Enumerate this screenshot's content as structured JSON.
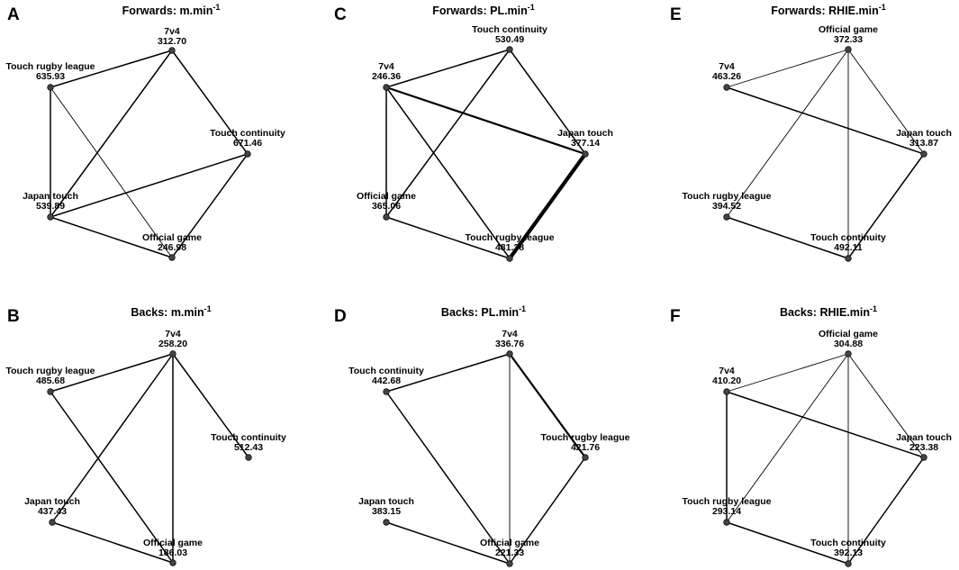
{
  "panels": [
    {
      "letter": "A",
      "title": "Forwards: m.min",
      "title_sup": "-1",
      "nodes": [
        {
          "name": "7v4",
          "value": "312.70"
        },
        {
          "name": "Touch rugby league",
          "value": "635.93"
        },
        {
          "name": "Touch continuity",
          "value": "671.46"
        },
        {
          "name": "Japan touch",
          "value": "539.89"
        },
        {
          "name": "Official game",
          "value": "246.98"
        }
      ],
      "edges": [
        {
          "from": 0,
          "to": 1,
          "weight": "normal"
        },
        {
          "from": 0,
          "to": 2,
          "weight": "normal"
        },
        {
          "from": 0,
          "to": 3,
          "weight": "normal"
        },
        {
          "from": 1,
          "to": 3,
          "weight": "normal"
        },
        {
          "from": 1,
          "to": 4,
          "weight": "thin"
        },
        {
          "from": 2,
          "to": 3,
          "weight": "normal"
        },
        {
          "from": 2,
          "to": 4,
          "weight": "normal"
        },
        {
          "from": 3,
          "to": 4,
          "weight": "normal"
        }
      ]
    },
    {
      "letter": "B",
      "title": "Backs: m.min",
      "title_sup": "-1",
      "nodes": [
        {
          "name": "7v4",
          "value": "258.20"
        },
        {
          "name": "Touch rugby league",
          "value": "485.68"
        },
        {
          "name": "Touch continuity",
          "value": "512.43"
        },
        {
          "name": "Japan touch",
          "value": "437.43"
        },
        {
          "name": "Official game",
          "value": "186.03"
        }
      ],
      "edges": [
        {
          "from": 0,
          "to": 1,
          "weight": "normal"
        },
        {
          "from": 0,
          "to": 2,
          "weight": "normal"
        },
        {
          "from": 0,
          "to": 3,
          "weight": "normal"
        },
        {
          "from": 0,
          "to": 4,
          "weight": "normal"
        },
        {
          "from": 1,
          "to": 4,
          "weight": "normal"
        },
        {
          "from": 3,
          "to": 4,
          "weight": "normal"
        }
      ]
    },
    {
      "letter": "C",
      "title": "Forwards: PL.min",
      "title_sup": "-1",
      "nodes": [
        {
          "name": "Touch continuity",
          "value": "530.49"
        },
        {
          "name": "7v4",
          "value": "246.36"
        },
        {
          "name": "Japan touch",
          "value": "377.14"
        },
        {
          "name": "Official game",
          "value": "365.06"
        },
        {
          "name": "Touch rugby league",
          "value": "481.38"
        }
      ],
      "edges": [
        {
          "from": 0,
          "to": 1,
          "weight": "normal"
        },
        {
          "from": 0,
          "to": 2,
          "weight": "normal"
        },
        {
          "from": 0,
          "to": 3,
          "weight": "normal"
        },
        {
          "from": 1,
          "to": 2,
          "weight": "bold"
        },
        {
          "from": 1,
          "to": 3,
          "weight": "normal"
        },
        {
          "from": 1,
          "to": 4,
          "weight": "normal"
        },
        {
          "from": 2,
          "to": 4,
          "weight": "heavy"
        },
        {
          "from": 3,
          "to": 4,
          "weight": "normal"
        }
      ]
    },
    {
      "letter": "D",
      "title": "Backs: PL.min",
      "title_sup": "-1",
      "nodes": [
        {
          "name": "7v4",
          "value": "336.76"
        },
        {
          "name": "Touch continuity",
          "value": "442.68"
        },
        {
          "name": "Touch rugby league",
          "value": "421.76"
        },
        {
          "name": "Japan touch",
          "value": "383.15"
        },
        {
          "name": "Official game",
          "value": "221.33"
        }
      ],
      "edges": [
        {
          "from": 0,
          "to": 1,
          "weight": "normal"
        },
        {
          "from": 0,
          "to": 2,
          "weight": "bold"
        },
        {
          "from": 0,
          "to": 4,
          "weight": "thin"
        },
        {
          "from": 1,
          "to": 4,
          "weight": "normal"
        },
        {
          "from": 2,
          "to": 4,
          "weight": "normal"
        },
        {
          "from": 3,
          "to": 4,
          "weight": "normal"
        }
      ]
    },
    {
      "letter": "E",
      "title": "Forwards: RHIE.min",
      "title_sup": "-1",
      "nodes": [
        {
          "name": "Official game",
          "value": "372.33"
        },
        {
          "name": "7v4",
          "value": "463.26"
        },
        {
          "name": "Japan touch",
          "value": "313.87"
        },
        {
          "name": "Touch rugby league",
          "value": "394.52"
        },
        {
          "name": "Touch continuity",
          "value": "492.11"
        }
      ],
      "edges": [
        {
          "from": 0,
          "to": 1,
          "weight": "thin"
        },
        {
          "from": 0,
          "to": 2,
          "weight": "thin"
        },
        {
          "from": 0,
          "to": 3,
          "weight": "thin"
        },
        {
          "from": 0,
          "to": 4,
          "weight": "thin"
        },
        {
          "from": 1,
          "to": 2,
          "weight": "normal"
        },
        {
          "from": 2,
          "to": 4,
          "weight": "normal"
        },
        {
          "from": 3,
          "to": 4,
          "weight": "normal"
        }
      ]
    },
    {
      "letter": "F",
      "title": "Backs: RHIE.min",
      "title_sup": "-1",
      "nodes": [
        {
          "name": "Official game",
          "value": "304.88"
        },
        {
          "name": "7v4",
          "value": "410.20"
        },
        {
          "name": "Japan touch",
          "value": "223.38"
        },
        {
          "name": "Touch rugby league",
          "value": "293.14"
        },
        {
          "name": "Touch continuity",
          "value": "392.13"
        }
      ],
      "edges": [
        {
          "from": 0,
          "to": 1,
          "weight": "thin"
        },
        {
          "from": 0,
          "to": 2,
          "weight": "thin"
        },
        {
          "from": 0,
          "to": 3,
          "weight": "thin"
        },
        {
          "from": 0,
          "to": 4,
          "weight": "thin"
        },
        {
          "from": 1,
          "to": 2,
          "weight": "normal"
        },
        {
          "from": 1,
          "to": 3,
          "weight": "normal"
        },
        {
          "from": 2,
          "to": 4,
          "weight": "normal"
        },
        {
          "from": 3,
          "to": 4,
          "weight": "normal"
        }
      ]
    }
  ]
}
